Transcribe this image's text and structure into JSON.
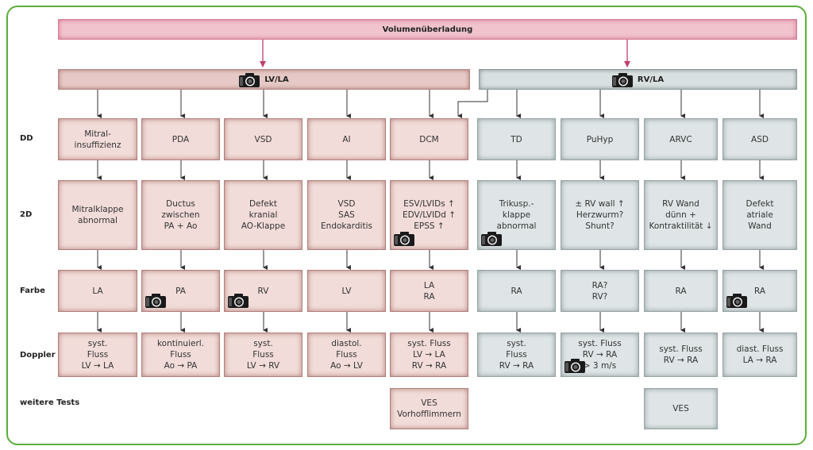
{
  "top_bar": {
    "label": "Volumenüberladung"
  },
  "lv_bar": {
    "label": "LV/LA",
    "icon": "camera-icon"
  },
  "rv_bar": {
    "label": "RV/LA",
    "icon": "camera-icon"
  },
  "row_labels": [
    "DD",
    "2D",
    "Farbe",
    "Doppler",
    "weitere Tests"
  ],
  "colors": {
    "frame": "#5cae3a",
    "top": "#f0c3cd",
    "lv": "#f2dcd9",
    "rv": "#dfe5e6",
    "arrow_top": "#c0406e"
  },
  "columns": [
    {
      "group": "lv",
      "cells": [
        {
          "text": "Mitral-\ninsuffizienz"
        },
        {
          "text": "Mitralklappe\nabnormal"
        },
        {
          "text": "LA"
        },
        {
          "text": "syst.\nFluss\nLV → LA"
        }
      ]
    },
    {
      "group": "lv",
      "cells": [
        {
          "text": "PDA"
        },
        {
          "text": "Ductus\nzwischen\nPA + Ao"
        },
        {
          "text": "PA",
          "camera": true
        },
        {
          "text": "kontinuierl.\nFluss\nAo → PA"
        }
      ]
    },
    {
      "group": "lv",
      "cells": [
        {
          "text": "VSD"
        },
        {
          "text": "Defekt\nkranial\nAO-Klappe"
        },
        {
          "text": "RV",
          "camera": true
        },
        {
          "text": "syst.\nFluss\nLV → RV"
        }
      ]
    },
    {
      "group": "lv",
      "cells": [
        {
          "text": "AI"
        },
        {
          "text": "VSD\nSAS\nEndokarditis"
        },
        {
          "text": "LV"
        },
        {
          "text": "diastol.\nFluss\nAo → LV"
        }
      ]
    },
    {
      "group": "lv",
      "cells": [
        {
          "text": "DCM"
        },
        {
          "text": "ESV/LVIDs ↑\nEDV/LVIDd ↑\nEPSS ↑",
          "camera": true
        },
        {
          "text": "LA\nRA"
        },
        {
          "text": "syst. Fluss\nLV → LA\nRV → RA"
        },
        {
          "text": "VES\nVorhofflimmern"
        }
      ]
    },
    {
      "group": "rv",
      "cells": [
        {
          "text": "TD"
        },
        {
          "text": "Trikusp.-\nklappe\nabnormal",
          "camera": true
        },
        {
          "text": "RA"
        },
        {
          "text": "syst.\nFluss\nRV → RA"
        }
      ]
    },
    {
      "group": "rv",
      "cells": [
        {
          "text": "PuHyp"
        },
        {
          "text": "± RV wall ↑\nHerzwurm?\nShunt?"
        },
        {
          "text": "RA?\nRV?"
        },
        {
          "text": "syst. Fluss\nRV → RA\n> 3 m/s",
          "camera": true
        }
      ]
    },
    {
      "group": "rv",
      "cells": [
        {
          "text": "ARVC"
        },
        {
          "text": "RV Wand\ndünn +\nKontraktilität ↓"
        },
        {
          "text": "RA"
        },
        {
          "text": "syst. Fluss\nRV → RA"
        },
        {
          "text": "VES"
        }
      ]
    },
    {
      "group": "rv",
      "cells": [
        {
          "text": "ASD"
        },
        {
          "text": "Defekt\natriale\nWand"
        },
        {
          "text": "RA",
          "camera": true
        },
        {
          "text": "diast. Fluss\nLA → RA"
        }
      ]
    }
  ]
}
